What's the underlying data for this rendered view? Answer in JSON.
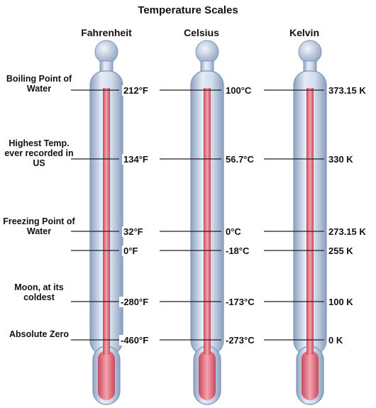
{
  "title": "Temperature Scales",
  "scales": [
    {
      "name": "Fahrenheit",
      "values": [
        "212°F",
        "134°F",
        "32°F",
        "0°F",
        "-280°F",
        "-460°F"
      ]
    },
    {
      "name": "Celsius",
      "values": [
        "100°C",
        "56.7°C",
        "0°C",
        "-18°C",
        "-173°C",
        "-273°C"
      ]
    },
    {
      "name": "Kelvin",
      "values": [
        "373.15 K",
        "330 K",
        "273.15 K",
        "255 K",
        "100 K",
        "0 K"
      ]
    }
  ],
  "references": [
    {
      "label": "Boiling Point of Water"
    },
    {
      "label": "Highest Temp. ever recorded in US"
    },
    {
      "label": "Freezing Point of Water"
    },
    {
      "label": ""
    },
    {
      "label": "Moon, at its coldest"
    },
    {
      "label": "Absolute Zero"
    }
  ],
  "colors": {
    "glass": "#c9d6e8",
    "glass_shade": "#9eb0cc",
    "mercury": "#e8798a",
    "mercury_dark": "#c9485d",
    "line": "#222222"
  }
}
